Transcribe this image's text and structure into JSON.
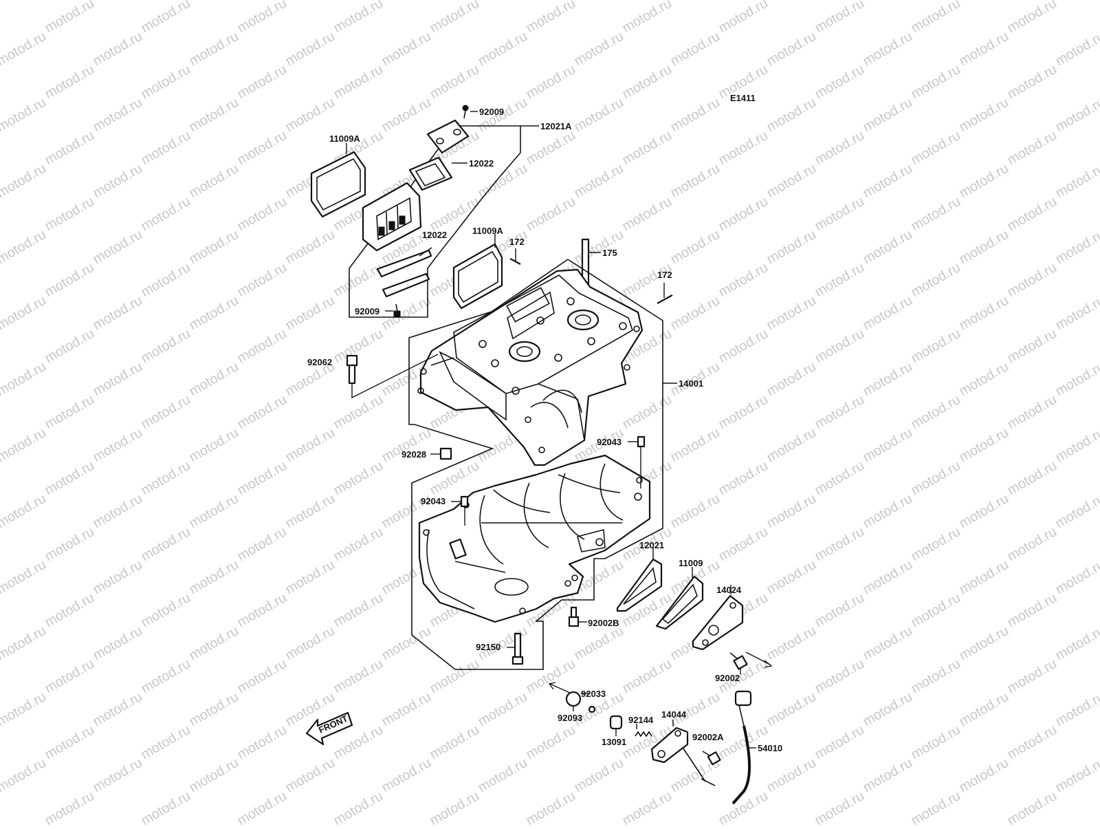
{
  "diagram": {
    "code": "E1411",
    "watermark": "motod.ru",
    "front_label": "FRONT",
    "callouts": [
      {
        "id": "c-92009-top",
        "text": "92009"
      },
      {
        "id": "c-12021A",
        "text": "12021A"
      },
      {
        "id": "c-11009A-left",
        "text": "11009A"
      },
      {
        "id": "c-12022-top",
        "text": "12022"
      },
      {
        "id": "c-12022-mid",
        "text": "12022"
      },
      {
        "id": "c-11009A-right",
        "text": "11009A"
      },
      {
        "id": "c-172-left",
        "text": "172"
      },
      {
        "id": "c-175",
        "text": "175"
      },
      {
        "id": "c-172-right",
        "text": "172"
      },
      {
        "id": "c-92009-bottom",
        "text": "92009"
      },
      {
        "id": "c-92062",
        "text": "92062"
      },
      {
        "id": "c-14001",
        "text": "14001"
      },
      {
        "id": "c-92028",
        "text": "92028"
      },
      {
        "id": "c-92043-right",
        "text": "92043"
      },
      {
        "id": "c-92043-left",
        "text": "92043"
      },
      {
        "id": "c-12021",
        "text": "12021"
      },
      {
        "id": "c-11009",
        "text": "11009"
      },
      {
        "id": "c-14024",
        "text": "14024"
      },
      {
        "id": "c-92002B",
        "text": "92002B"
      },
      {
        "id": "c-92150",
        "text": "92150"
      },
      {
        "id": "c-92002",
        "text": "92002"
      },
      {
        "id": "c-92033",
        "text": "92033"
      },
      {
        "id": "c-92093",
        "text": "92093"
      },
      {
        "id": "c-92144",
        "text": "92144"
      },
      {
        "id": "c-14044",
        "text": "14044"
      },
      {
        "id": "c-92002A",
        "text": "92002A"
      },
      {
        "id": "c-13091",
        "text": "13091"
      },
      {
        "id": "c-54010",
        "text": "54010"
      }
    ]
  }
}
